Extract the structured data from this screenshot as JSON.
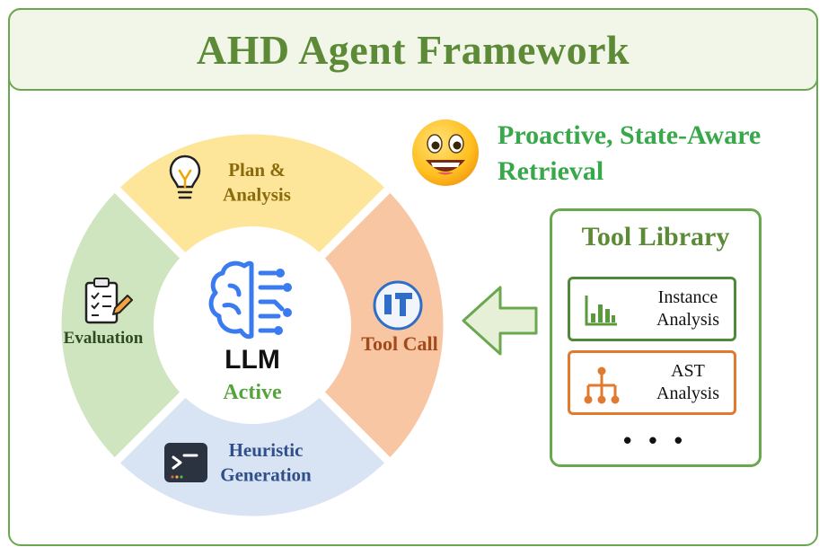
{
  "title": "AHD Agent Framework",
  "segments": {
    "plan": "Plan &\nAnalysis",
    "tool_call": "Tool Call",
    "heuristic": "Heuristic\nGeneration",
    "evaluation": "Evaluation"
  },
  "center": {
    "model": "LLM",
    "state": "Active"
  },
  "retrieval_text": "Proactive, State-Aware\nRetrieval",
  "tool_library": {
    "title": "Tool Library",
    "items": [
      {
        "label": "Instance\nAnalysis",
        "icon": "bar-chart-icon",
        "color": "#4f8a3a"
      },
      {
        "label": "AST\nAnalysis",
        "icon": "tree-hierarchy-icon",
        "color": "#e07a2e"
      }
    ],
    "more": "• • •"
  },
  "colors": {
    "green_accent": "#6aa84f",
    "plan_fill": "#fde69a",
    "tool_fill": "#f8c6a3",
    "heuristic_fill": "#d8e3f3",
    "evaluation_fill": "#cfe5bf",
    "brain_blue": "#3a7bf0",
    "active_green": "#56a33e"
  }
}
